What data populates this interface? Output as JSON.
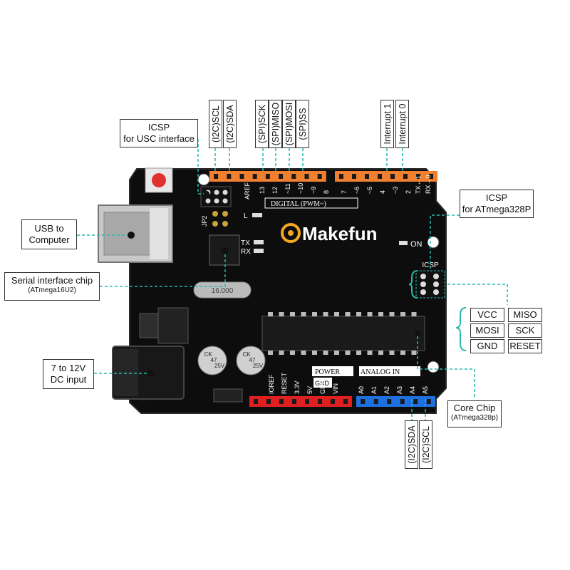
{
  "colors": {
    "board": "#0d0d0d",
    "board_edge": "#1e1e1e",
    "header_orange": "#f08030",
    "header_red": "#e02020",
    "header_blue": "#1e6fe0",
    "leader_line": "#29b9b0",
    "silkscreen": "#ffffff",
    "logo_orange": "#f5a623"
  },
  "board": {
    "logo": "Makefun",
    "digital_label": "DIGITAL  (PWM~)",
    "power_label": "POWER",
    "analog_label": "ANALOG IN",
    "gnd_label": "GND",
    "on_label": "ON",
    "icsp_label": "ICSP",
    "jp2_label": "JP2",
    "l_label": "L",
    "tx_label": "TX",
    "rx_label": "RX",
    "aref_label": "AREF",
    "digital_pins": [
      "13",
      "12",
      "~11",
      "~10",
      "~9",
      "8",
      "7",
      "~6",
      "~5",
      "4",
      "~3",
      "2",
      "TX←1",
      "RX→0"
    ],
    "power_pins": [
      "IOREF",
      "RESET",
      "3.3V",
      "5V",
      "GND",
      "VIN"
    ],
    "analog_pins": [
      "A0",
      "A1",
      "A2",
      "A3",
      "A4",
      "A5"
    ],
    "cap_text": [
      "CK",
      "47",
      "25V"
    ],
    "crystal_text": "16.000"
  },
  "callouts": {
    "icsp_usb": {
      "title": "ICSP",
      "subtitle": "for USC interface"
    },
    "usb": {
      "line1": "USB to",
      "line2": "Computer"
    },
    "serial_chip": {
      "title": "Serial interface chip",
      "subtitle": "(ATmega16U2)"
    },
    "dc_input": {
      "line1": "7 to 12V",
      "line2": "DC input"
    },
    "icsp_328": {
      "title": "ICSP",
      "subtitle": "for ATmega328P"
    },
    "core_chip": {
      "title": "Core Chip",
      "subtitle": "(ATmega328p)"
    }
  },
  "top_pin_labels": [
    "(I2C)SCL",
    "(I2C)SDA",
    "(SPI)SCK",
    "(SPI)MISO",
    "(SPI)MOSI",
    "(SPI)SS"
  ],
  "interrupt_labels": [
    "Interrupt 1",
    "Interrupt 0"
  ],
  "bottom_pin_labels": [
    "(I2C)SDA",
    "(I2C)SCL"
  ],
  "icsp_pins": [
    "VCC",
    "MISO",
    "MOSI",
    "SCK",
    "GND",
    "RESET"
  ]
}
